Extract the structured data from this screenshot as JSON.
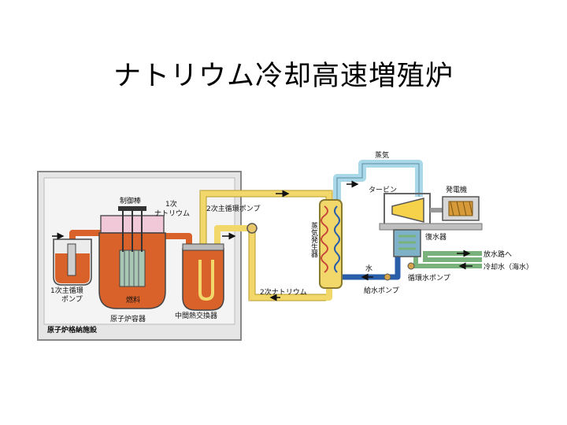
{
  "title": "ナトリウム冷却高速増殖炉",
  "labels": {
    "steam": "蒸気",
    "turbine": "タービン",
    "generator": "発電機",
    "control_rod": "制御棒",
    "primary_sodium_1": "1次",
    "primary_sodium_2": "ナトリウム",
    "secondary_pump": "2次主循環ポンプ",
    "steam_generator": "蒸気発生器",
    "condenser": "復水器",
    "discharge_1": "放水路へ",
    "discharge_2": "冷却水（海水）",
    "water": "水",
    "circ_pump": "循環水ポンプ",
    "feed_pump": "給水ポンプ",
    "secondary_sodium": "2次ナトリウム",
    "primary_pump_1": "1次主循環",
    "primary_pump_2": "ポンプ",
    "fuel": "燃料",
    "reactor_vessel": "原子炉容器",
    "ihx": "中間熱交換器",
    "containment": "原子炉格納施設"
  },
  "colors": {
    "sodium_primary": "#d9622a",
    "sodium_secondary": "#f2d86a",
    "steam": "#a9d8e8",
    "water": "#2b5ea8",
    "cooling": "#79b27a",
    "containment_bg": "#e9e9e9",
    "steel": "#777777"
  }
}
